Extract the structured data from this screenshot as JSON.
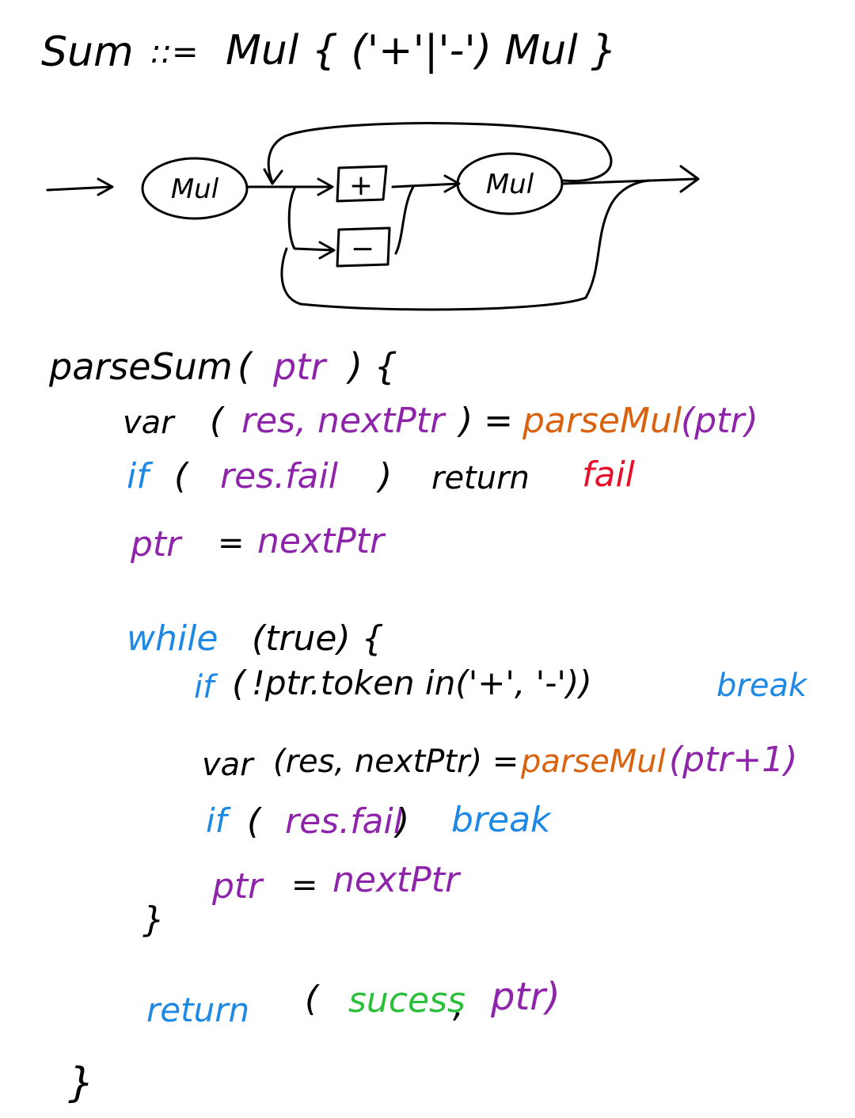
{
  "colors": {
    "black": "#000000",
    "blue": "#1e88e5",
    "purple": "#8e24aa",
    "orange": "#d9620f",
    "red": "#e5102a",
    "green": "#2bbf3b"
  },
  "grammar": {
    "lhs": "Sum",
    "op": "::=",
    "rhs": "Mul { ('+'|'-') Mul }"
  },
  "diagram": {
    "node1": "Mul",
    "node2": "Mul",
    "plus": "+",
    "minus": "−"
  },
  "code": {
    "l1_fn": "parseSum",
    "l1_open": "(",
    "l1_arg": "ptr",
    "l1_close": ") {",
    "l2_var": "var",
    "l2_open": "(",
    "l2_vars": "res, nextPtr",
    "l2_eq": ") =",
    "l2_call": "parseMul",
    "l2_args": "(ptr)",
    "l3_if": "if",
    "l3_open": "(",
    "l3_cond": "res.fail",
    "l3_close": ")",
    "l3_return": "return",
    "l3_fail": "fail",
    "l4_lhs": "ptr",
    "l4_eq": "=",
    "l4_rhs": "nextPtr",
    "l5_while": "while",
    "l5_cond": "(true) {",
    "l6_if": "if",
    "l6_open": "(",
    "l6_cond": "!ptr.token in('+', '-'))",
    "l6_break": "break",
    "l7_var": "var",
    "l7_vars": "(res, nextPtr) =",
    "l7_call": "parseMul",
    "l7_args": "(ptr+1)",
    "l8_if": "if",
    "l8_open": "(",
    "l8_cond": "res.fail",
    "l8_close": ")",
    "l8_break": "break",
    "l9_lhs": "ptr",
    "l9_eq": "=",
    "l9_rhs": "nextPtr",
    "l10_close": "}",
    "l11_return": "return",
    "l11_open": "(",
    "l11_success": "sucess",
    "l11_comma": ",",
    "l11_ptr": "ptr)",
    "l12_close": "}"
  }
}
